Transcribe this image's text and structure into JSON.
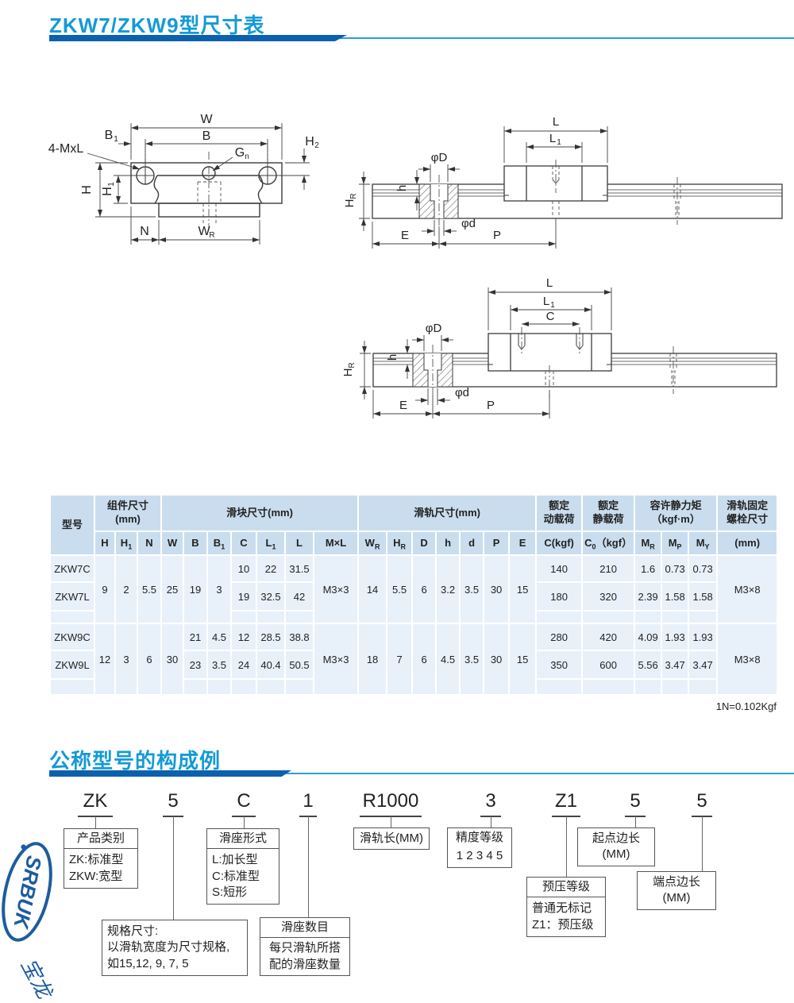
{
  "sections": {
    "dim_table_title": "ZKW7/ZKW9型尺寸表",
    "construction_title": "公称型号的构成例"
  },
  "drawings": {
    "front": {
      "w": "W",
      "b": "B",
      "b1": "B",
      "b1_sub": "1",
      "mxl": "4-MxL",
      "gn": "G",
      "gn_sub": "n",
      "h2": "H",
      "h2_sub": "2",
      "h": "H",
      "h1": "H",
      "h1_sub": "1",
      "n": "N",
      "wr": "W",
      "wr_sub": "R"
    },
    "side_upper": {
      "l": "L",
      "l1": "L",
      "l1_sub": "1",
      "phi_d_big": "φD",
      "hr": "H",
      "hr_sub": "R",
      "h": "h",
      "e": "E",
      "phi_d_small": "φd",
      "p": "P"
    },
    "side_lower": {
      "l": "L",
      "l1": "L",
      "l1_sub": "1",
      "c": "C",
      "phi_d_big": "φD",
      "hr": "H",
      "hr_sub": "R",
      "h": "h",
      "e": "E",
      "phi_d_small": "φd",
      "p": "P"
    }
  },
  "table": {
    "groups": {
      "model": "型号",
      "component": "组件尺寸\n(mm)",
      "block": "滑块尺寸(mm)",
      "rail": "滑轨尺寸(mm)",
      "dyn": "额定\n动载荷",
      "stat": "额定\n静载荷",
      "moment": "容许静力矩\n（kgf·m）",
      "bolt": "滑轨固定\n螺栓尺寸"
    },
    "cols": [
      {
        "pre": "H"
      },
      {
        "pre": "H",
        "sub": "1"
      },
      {
        "pre": "N"
      },
      {
        "pre": "W"
      },
      {
        "pre": "B"
      },
      {
        "pre": "B",
        "sub": "1"
      },
      {
        "pre": "C"
      },
      {
        "pre": "L",
        "sub": "1"
      },
      {
        "pre": "L"
      },
      {
        "pre": "M×L"
      },
      {
        "pre": "W",
        "sub": "R"
      },
      {
        "pre": "H",
        "sub": "R"
      },
      {
        "pre": "D"
      },
      {
        "pre": "h"
      },
      {
        "pre": "d"
      },
      {
        "pre": "P"
      },
      {
        "pre": "E"
      },
      {
        "pre": "C(kgf)"
      },
      {
        "pre": "C",
        "sub": "0",
        "post": "（kgf）"
      },
      {
        "pre": "M",
        "sub": "R"
      },
      {
        "pre": "M",
        "sub": "P"
      },
      {
        "pre": "M",
        "sub": "Y"
      },
      {
        "pre": "(mm)"
      }
    ],
    "rows": {
      "zkw7c": {
        "model": "ZKW7C",
        "C": "10",
        "L1": "22",
        "L": "31.5",
        "Ckgf": "140",
        "C0": "210",
        "MR": "1.6",
        "MP": "0.73",
        "MY": "0.73"
      },
      "zkw7": {
        "H": "9",
        "H1": "2",
        "N": "5.5",
        "W": "25",
        "B": "19",
        "B1": "3",
        "MxL": "M3×3",
        "WR": "14",
        "HR": "5.5",
        "D": "6",
        "h": "3.2",
        "d": "3.5",
        "P": "30",
        "E": "15",
        "bolt": "M3×8"
      },
      "zkw7l": {
        "model": "ZKW7L",
        "C": "19",
        "L1": "32.5",
        "L": "42",
        "Ckgf": "180",
        "C0": "320",
        "MR": "2.39",
        "MP": "1.58",
        "MY": "1.58"
      },
      "zkw9c": {
        "model": "ZKW9C",
        "B": "21",
        "B1": "4.5",
        "C": "12",
        "L1": "28.5",
        "L": "38.8",
        "Ckgf": "280",
        "C0": "420",
        "MR": "4.09",
        "MP": "1.93",
        "MY": "1.93"
      },
      "zkw9": {
        "H": "12",
        "H1": "3",
        "N": "6",
        "W": "30",
        "MxL": "M3×3",
        "WR": "18",
        "HR": "7",
        "D": "6",
        "h": "4.5",
        "d": "3.5",
        "P": "30",
        "E": "15",
        "bolt": "M3×8"
      },
      "zkw9l": {
        "model": "ZKW9L",
        "B": "23",
        "B1": "3.5",
        "C": "24",
        "L1": "40.4",
        "L": "50.5",
        "Ckgf": "350",
        "C0": "600",
        "MR": "5.56",
        "MP": "3.47",
        "MY": "3.47"
      }
    },
    "note": "1N=0.102Kgf"
  },
  "construction": {
    "codes": [
      "ZK",
      "5",
      "C",
      "1",
      "R1000",
      "3",
      "Z1",
      "5",
      "5"
    ],
    "boxes": {
      "product": {
        "header": "产品类别",
        "body": "ZK:标准型\nZKW:宽型"
      },
      "size": {
        "body": "规格尺寸:\n以滑轨宽度为尺寸规格,\n如15,12, 9, 7, 5"
      },
      "carriage_type": {
        "header": "滑座形式",
        "body": "L:加长型\nC:标准型\nS:短形"
      },
      "carriage_count": {
        "header": "滑座数目",
        "body": "每只滑轨所搭\n配的滑座数量"
      },
      "rail_length": {
        "body": "滑轨长(MM)"
      },
      "precision": {
        "header": "精度等级",
        "body": "1 2 3 4 5"
      },
      "preload": {
        "header": "预压等级",
        "body": "普通无标记\nZ1：预压级"
      },
      "start_edge": {
        "body": "起点边长(MM)"
      },
      "end_edge": {
        "body": "端点边长(MM)"
      }
    }
  },
  "logo": {
    "brand": "SRBUK",
    "calligraphy": "宝龙"
  },
  "colors": {
    "accent_blue": "#149ad7",
    "bar_dark_blue": "#0b61ae",
    "bar_light_blue": "#2aa0dd",
    "table_header_bg": "#c9ddee",
    "table_cell_bg": "#e8f1fa",
    "logo_blue": "#1d5c9f"
  }
}
